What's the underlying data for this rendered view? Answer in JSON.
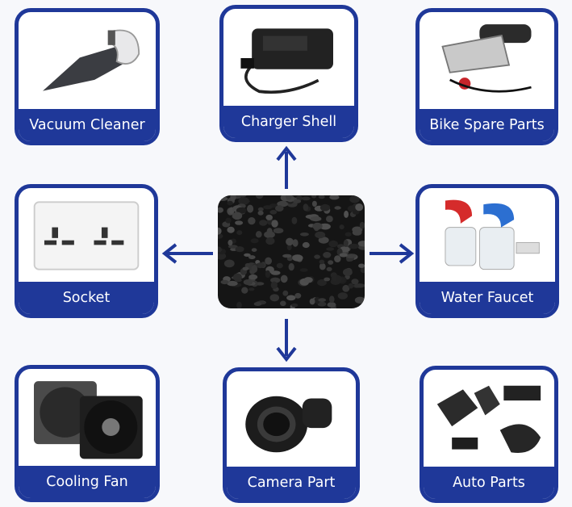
{
  "center": {
    "icon": "plastic-pellets-image"
  },
  "cards": [
    {
      "id": "vacuum-cleaner",
      "label": "Vacuum Cleaner",
      "icon": "vacuum-cleaner-image"
    },
    {
      "id": "charger-shell",
      "label": "Charger Shell",
      "icon": "charger-shell-image"
    },
    {
      "id": "bike-spare-parts",
      "label": "Bike Spare Parts",
      "icon": "bike-spare-parts-image"
    },
    {
      "id": "socket",
      "label": "Socket",
      "icon": "socket-image"
    },
    {
      "id": "water-faucet",
      "label": "Water Faucet",
      "icon": "water-faucet-image"
    },
    {
      "id": "cooling-fan",
      "label": "Cooling Fan",
      "icon": "cooling-fan-image"
    },
    {
      "id": "camera-part",
      "label": "Camera Part",
      "icon": "camera-part-image"
    },
    {
      "id": "auto-parts",
      "label": "Auto Parts",
      "icon": "auto-parts-image"
    }
  ],
  "colors": {
    "border": "#1f3899",
    "label_bg": "#1f3899",
    "label_text": "#ffffff",
    "arrow": "#1f3899"
  }
}
